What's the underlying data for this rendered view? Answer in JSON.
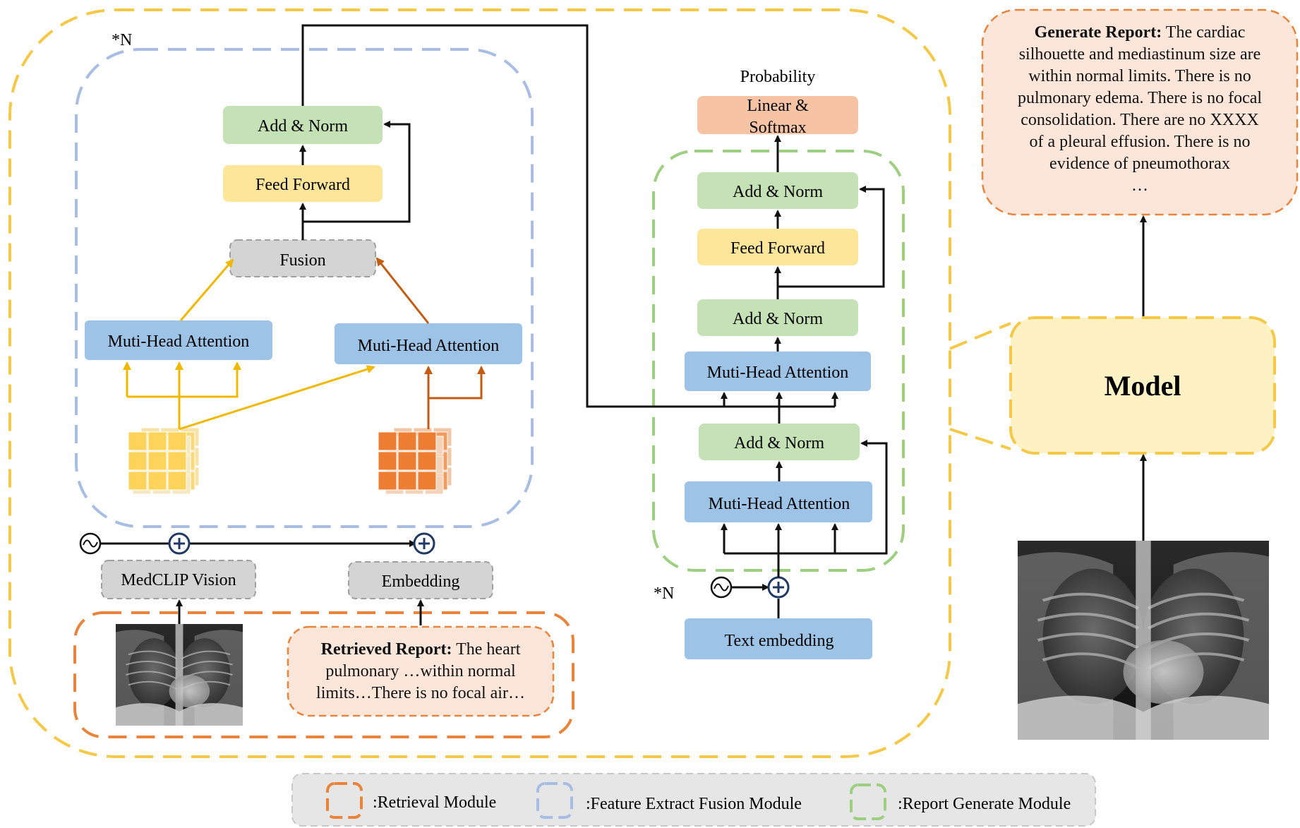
{
  "colors": {
    "outer_yellow": "#f5c947",
    "retrieval_orange": "#e9843a",
    "fusion_blue": "#a7bde3",
    "report_green": "#9ccf7f",
    "box_green": "#c4e2b5",
    "box_yellow": "#fde699",
    "box_gray": "#d4d4d4",
    "box_blue": "#9dc3e6",
    "box_salmon": "#f6c4a5",
    "box_peach": "#fce6d9",
    "box_model": "#fef1c3",
    "grid_yellow": "#fdd35a",
    "grid_orange": "#ed7d31",
    "arrow_yellow": "#f2b800",
    "arrow_orange": "#c55a11",
    "legend_bg": "#e6e6e6"
  },
  "encoder": {
    "repeat_label": "*N",
    "add_norm": "Add & Norm",
    "feed_forward": "Feed Forward",
    "fusion": "Fusion",
    "mha_left": "Muti-Head Attention",
    "mha_right": "Muti-Head Attention",
    "medclip": "MedCLIP Vision",
    "embedding": "Embedding"
  },
  "retrieved_report": {
    "label": "Retrieved Report:",
    "lines": [
      " The heart",
      "pulmonary …within normal",
      "limits…There is no focal air…"
    ]
  },
  "decoder": {
    "probability": "Probability",
    "linear_softmax": [
      "Linear &",
      "Softmax"
    ],
    "add_norm_top": "Add & Norm",
    "feed_forward": "Feed Forward",
    "add_norm_mid": "Add & Norm",
    "mha_cross": "Muti-Head Attention",
    "add_norm_low": "Add & Norm",
    "mha_self": "Muti-Head Attention",
    "repeat_label": "*N",
    "text_embedding": "Text embedding"
  },
  "generated_report": {
    "label": "Generate Report:",
    "lines": [
      " The cardiac",
      "silhouette and mediastinum size are",
      "within normal limits. There is no",
      "pulmonary edema. There is no focal",
      "consolidation. There are no XXXX",
      "of a pleural effusion. There is no",
      "evidence of pneumothorax",
      "…"
    ]
  },
  "model_label": "Model",
  "legend": [
    {
      "label": ":Retrieval Module",
      "color": "#e9843a"
    },
    {
      "label": ":Feature Extract Fusion Module",
      "color": "#a7bde3"
    },
    {
      "label": ":Report Generate Module",
      "color": "#9ccf7f"
    }
  ],
  "icons": {
    "sine": "sine-wave-icon",
    "plus": "circled-plus-icon",
    "xray": "chest-xray-image"
  }
}
